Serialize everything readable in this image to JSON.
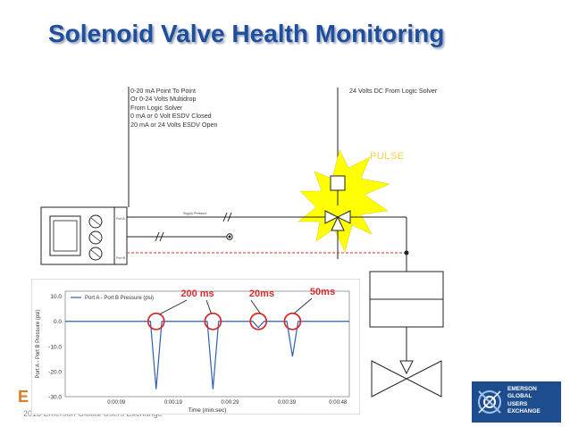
{
  "title": "Solenoid Valve Health Monitoring",
  "transmitter_notes": [
    "0-20 mA Point To Point",
    "Or 0-24 Volts Multidrop",
    "From Logic Solver",
    "0 mA or 0 Volt ESDV Closed",
    "20 mA or 24 Volts ESDV Open"
  ],
  "supply_label": "24 Volts DC From Logic Solver",
  "pulse_label": "PULSE",
  "supply_pressure_label": "Supply Pressure",
  "port_a_label": "Port A",
  "port_b_label": "Port B",
  "annotations": [
    "200 ms",
    "20ms",
    "50ms"
  ],
  "footer": {
    "brand_letter": "E",
    "copyright": "2013 Emerson Global Users Exchange"
  },
  "logo_lines": [
    "EMERSON",
    "GLOBAL",
    "USERS",
    "EXCHANGE"
  ],
  "colors": {
    "title": "#1f4e9c",
    "burst": "#ffff00",
    "signal_line": "#d32f2f",
    "trace": "#2f5fb3",
    "annotation": "#d32f2f"
  },
  "chart_data": {
    "type": "line",
    "title": "",
    "xlabel": "Time (min:sec)",
    "ylabel": "Port A - Port B Pressure (psi)",
    "x_ticks": [
      "0:00:09",
      "0:00:19",
      "0:00:29",
      "0:00:39",
      "0:00:48"
    ],
    "y_ticks": [
      10.0,
      0.0,
      -10.0,
      -20.0,
      -30.0
    ],
    "ylim": [
      -30,
      12
    ],
    "legend": "Port A - Port B Pressure (psi)",
    "legend_position": "top-left",
    "series": [
      {
        "name": "Port A - Port B Pressure (psi)",
        "x": [
          "0:00:00",
          "0:00:15",
          "0:00:16",
          "0:00:17",
          "0:00:19",
          "0:00:25",
          "0:00:26",
          "0:00:27",
          "0:00:29",
          "0:00:33",
          "0:00:34",
          "0:00:35",
          "0:00:39",
          "0:00:40",
          "0:00:41",
          "0:00:43",
          "0:00:50"
        ],
        "values": [
          0,
          0,
          -27,
          0,
          0,
          0,
          -27,
          0,
          0,
          0,
          -2.5,
          0,
          0,
          -14,
          0,
          0,
          0
        ]
      }
    ]
  }
}
